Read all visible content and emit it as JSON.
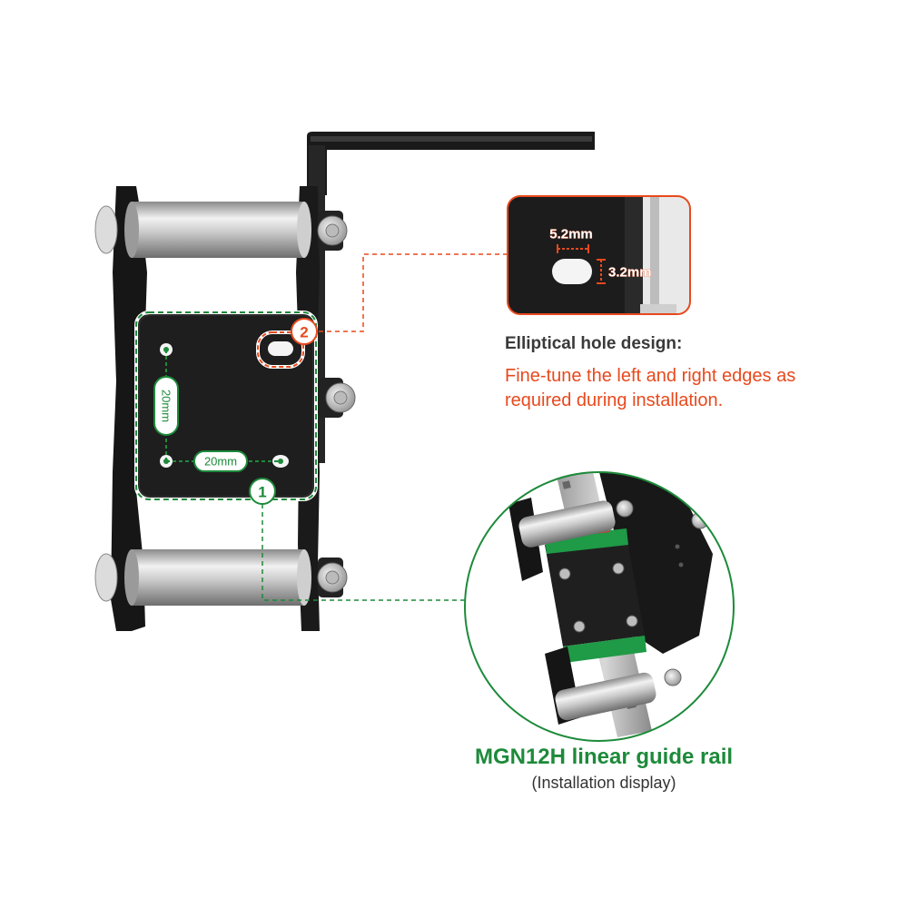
{
  "dimensions": {
    "hole_width": "5.2mm",
    "hole_height": "3.2mm",
    "vertical_spacing": "20mm",
    "horizontal_spacing": "20mm"
  },
  "callouts": {
    "one": "1",
    "two": "2"
  },
  "elliptical": {
    "title": "Elliptical hole design:",
    "line1": "Fine-tune the left and right edges as",
    "line2": "required during installation."
  },
  "rail": {
    "title": "MGN12H linear guide rail",
    "subtitle": "(Installation display)"
  },
  "colors": {
    "orange": "#e8491d",
    "green": "#1d8a3a",
    "metal": "#1c1c1c"
  }
}
